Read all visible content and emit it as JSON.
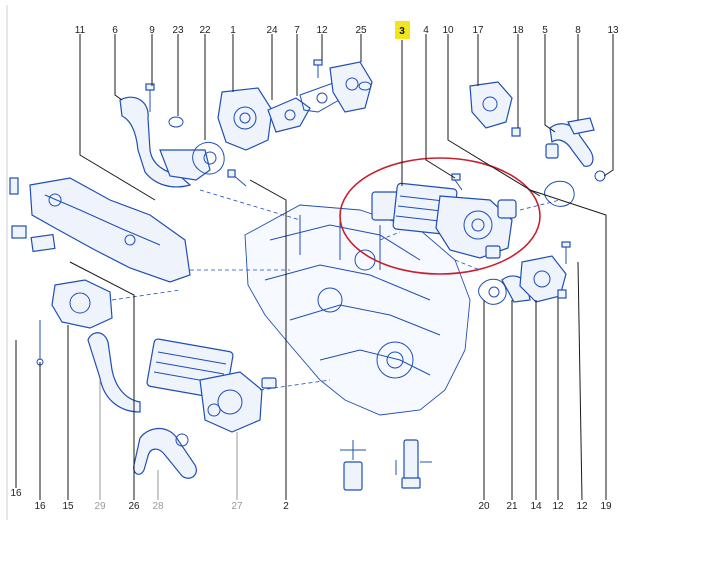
{
  "diagram": {
    "highlight_color": "#f2e51e",
    "circle_color": "#c8202f",
    "part_color": "#1f4fb5",
    "top_callouts": [
      "11",
      "6",
      "9",
      "23",
      "22",
      "1",
      "24",
      "7",
      "12",
      "25",
      "3",
      "4",
      "10",
      "17",
      "18",
      "5",
      "8",
      "13"
    ],
    "bottom_callouts": [
      "16",
      "15",
      "29",
      "26",
      "28",
      "27",
      "2",
      "20",
      "21",
      "14",
      "12",
      "12",
      "19"
    ],
    "grey_callouts": [
      "29",
      "28",
      "27"
    ],
    "highlighted_callout": "3"
  }
}
